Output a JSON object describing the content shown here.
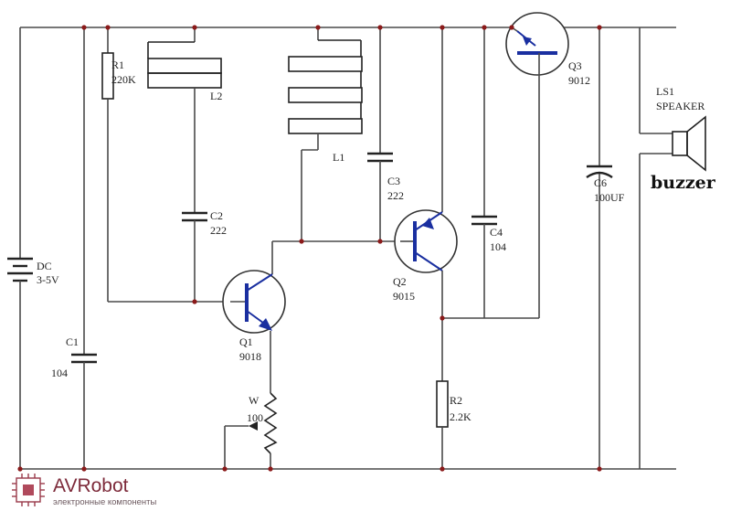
{
  "components": {
    "r1": {
      "ref": "R1",
      "value": "220K"
    },
    "l2": {
      "ref": "L2"
    },
    "l1": {
      "ref": "L1"
    },
    "c3": {
      "ref": "C3",
      "value": "222"
    },
    "c2": {
      "ref": "C2",
      "value": "222"
    },
    "q3": {
      "ref": "Q3",
      "value": "9012"
    },
    "ls1": {
      "ref": "LS1",
      "value": "SPEAKER"
    },
    "c6": {
      "ref": "C6",
      "value": "100UF"
    },
    "c4": {
      "ref": "C4",
      "value": "104"
    },
    "dc": {
      "ref": "DC",
      "value": "3-5V"
    },
    "q2": {
      "ref": "Q2",
      "value": "9015"
    },
    "q1": {
      "ref": "Q1",
      "value": "9018"
    },
    "c1": {
      "ref": "C1",
      "value": "104"
    },
    "w": {
      "ref": "W",
      "value": "100"
    },
    "r2": {
      "ref": "R2",
      "value": "2.2K"
    }
  },
  "annotation": {
    "buzzer": "buzzer"
  },
  "watermark": {
    "brand": "AVRobot",
    "tagline": "электронные компоненты"
  },
  "colors": {
    "wire": "#4a4a4a",
    "transistor": "#1a2fa0",
    "junction": "#8b1a1a",
    "brand": "#7d2a3a"
  }
}
